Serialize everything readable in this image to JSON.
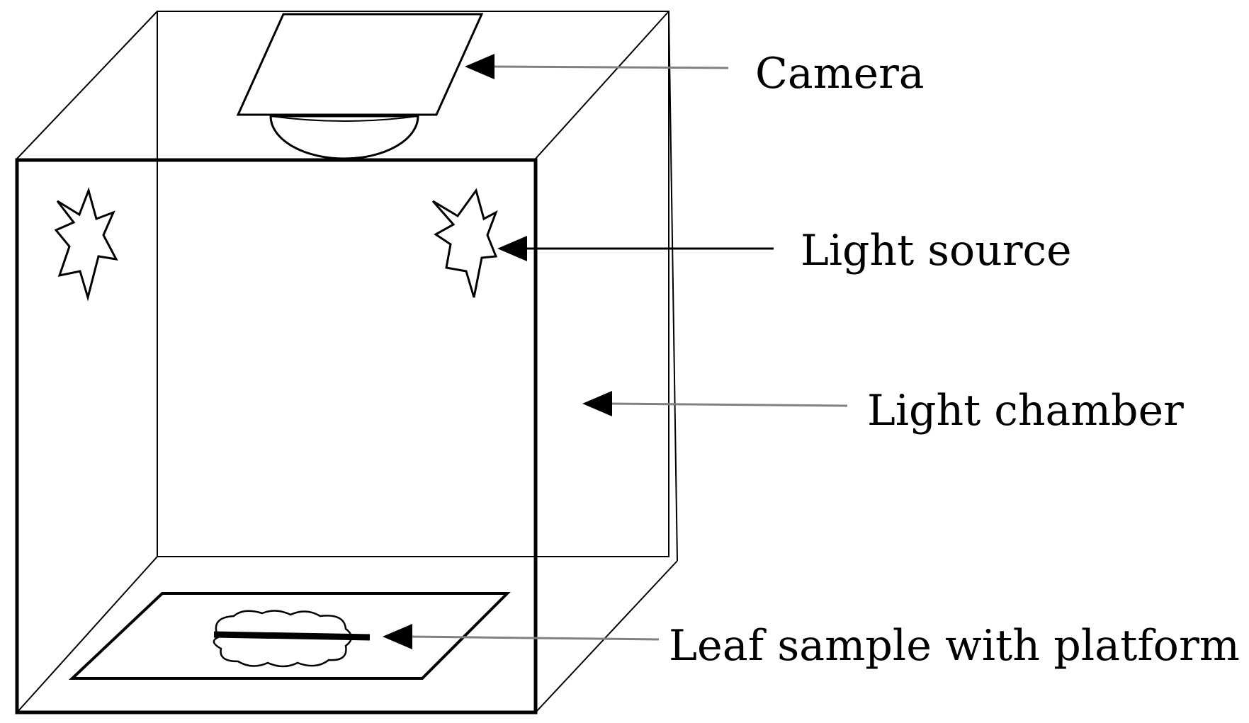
{
  "labels": {
    "camera": "Camera",
    "light_source": "Light source",
    "light_chamber": "Light chamber",
    "leaf_sample": "Leaf sample with platform"
  },
  "colors": {
    "line": "#000000",
    "pointer_line": "#808080",
    "background": "#ffffff"
  }
}
